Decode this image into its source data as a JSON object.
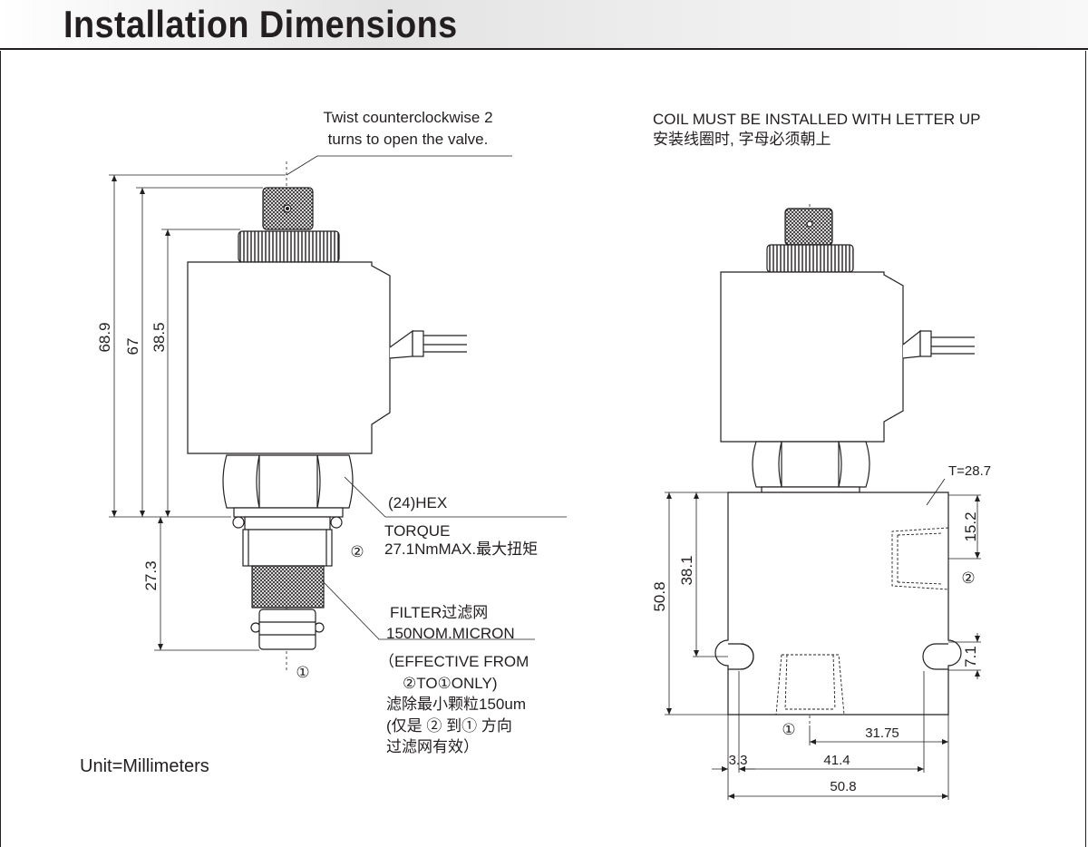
{
  "title": "Installation Dimensions",
  "left_view": {
    "twist_note": [
      "Twist counterclockwise 2",
      "turns to open the valve."
    ],
    "dim_overall": "68.9",
    "dim_coil_top": "67",
    "dim_coil": "38.5",
    "dim_cartridge": "27.3",
    "hex_label": "(24)HEX",
    "torque_label": [
      "TORQUE",
      "27.1NmMAX.最大扭矩"
    ],
    "port_2": "②",
    "port_1": "①",
    "filter_note": [
      "FILTER过滤网",
      "150NOM.MICRON",
      "（EFFECTIVE FROM",
      "②TO①ONLY)",
      "滤除最小颗粒150um",
      "(仅是 ② 到① 方向",
      "过滤网有效）"
    ],
    "unit_note": "Unit=Millimeters"
  },
  "right_view": {
    "coil_note": [
      "COIL MUST BE INSTALLED WITH LETTER UP",
      "安装线圈时, 字母必须朝上"
    ],
    "thickness": "T=28.7",
    "dim_15_2": "15.2",
    "dim_38_1": "38.1",
    "dim_50_8_v": "50.8",
    "dim_7_1": "7.1",
    "port_2": "②",
    "port_1": "①",
    "dim_31_75": "31.75",
    "dim_3_3": "3.3",
    "dim_41_4": "41.4",
    "dim_50_8_h": "50.8"
  },
  "colors": {
    "line": "#231f20",
    "header_band": "#e3e3e3"
  }
}
